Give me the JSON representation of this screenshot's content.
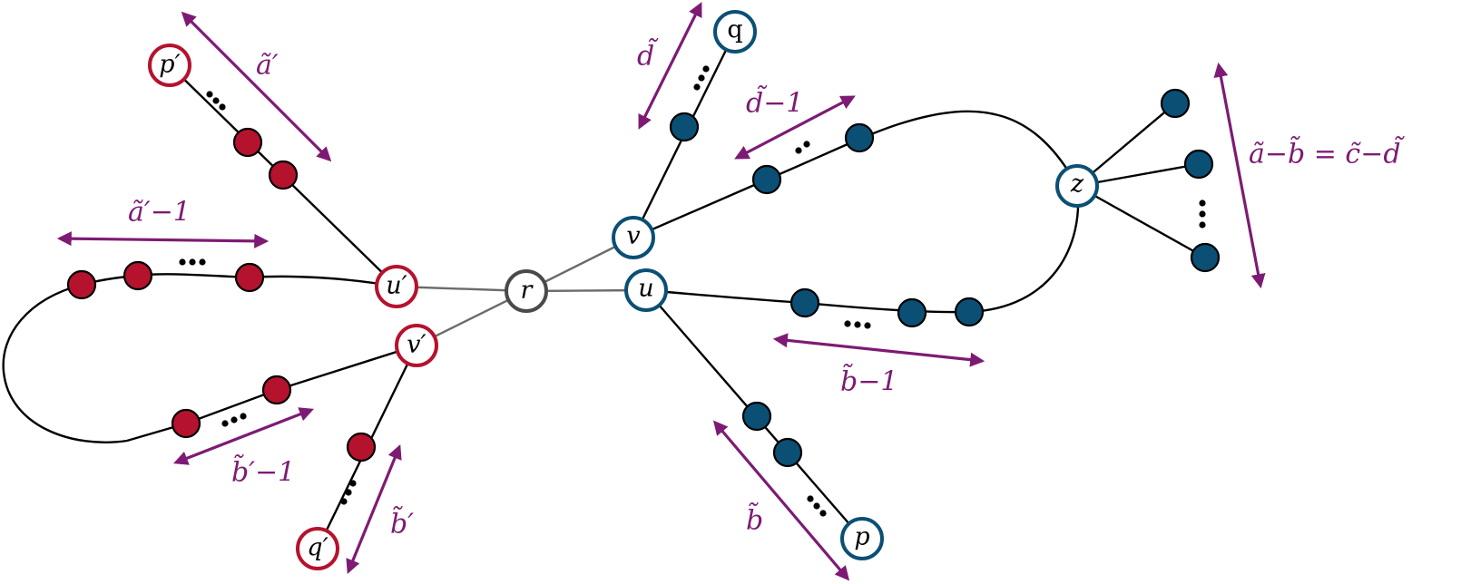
{
  "colors": {
    "red": "#b5122e",
    "blue": "#0b4f75",
    "grey": "#4a4a4a",
    "arrow": "#7d1b74"
  },
  "labels": {
    "r": "r",
    "u": "u",
    "v": "v",
    "u_prime": "u′",
    "v_prime": "v′",
    "p": "p",
    "q": "q",
    "p_prime": "p′",
    "q_prime": "q′",
    "z": "z"
  },
  "annotations": {
    "a_tilde_prime": "ã′",
    "a_tilde_prime_minus_1": "ã′−1",
    "b_tilde_prime_minus_1": "b̃′−1",
    "b_tilde_prime": "b̃′",
    "d_tilde": "d̃",
    "d_tilde_minus_1": "d̃−1",
    "b_tilde_minus_1": "b̃−1",
    "b_tilde": "b̃",
    "equation": "ã−b̃ = c̃−d̃"
  }
}
